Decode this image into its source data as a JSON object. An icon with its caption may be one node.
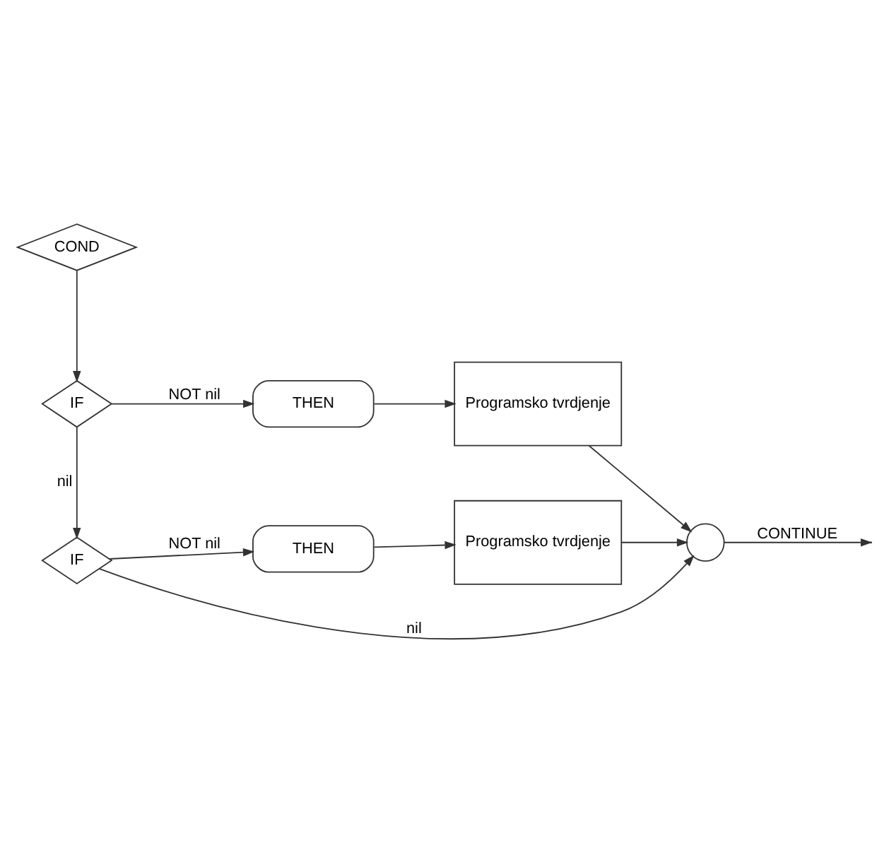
{
  "diagram": {
    "nodes": [
      {
        "text": [
          "COND"
        ]
      },
      {
        "text": [
          "IF"
        ]
      },
      {
        "text": [
          "THEN"
        ]
      },
      {
        "text": [
          "Programsko tvrdjenje"
        ]
      },
      {
        "text": [
          "IF"
        ]
      },
      {
        "text": [
          "THEN"
        ]
      },
      {
        "text": [
          "Programsko tvrdjenje"
        ]
      },
      {
        "text": [],
        "shape": "circle"
      }
    ],
    "edges": [
      {
        "from": 0,
        "to": 1,
        "arrow": "to"
      },
      {
        "from": 1,
        "to": 2,
        "arrow": "to",
        "label": "NOT nil"
      },
      {
        "from": 2,
        "to": 3,
        "arrow": "to"
      },
      {
        "from": 3,
        "to": 7,
        "arrow": "to"
      },
      {
        "from": 1,
        "to": 4,
        "arrow": "to",
        "label": "nil"
      },
      {
        "from": 4,
        "to": 5,
        "arrow": "to",
        "label": "NOT nil"
      },
      {
        "from": 5,
        "to": 6,
        "arrow": "to"
      },
      {
        "from": 6,
        "to": 7,
        "arrow": "to"
      },
      {
        "from": 4,
        "to": 7,
        "arrow": "to",
        "label": "nil"
      },
      {
        "from": 7,
        "to": null,
        "arrow": "to",
        "label": "CONTINUE"
      }
    ]
  }
}
